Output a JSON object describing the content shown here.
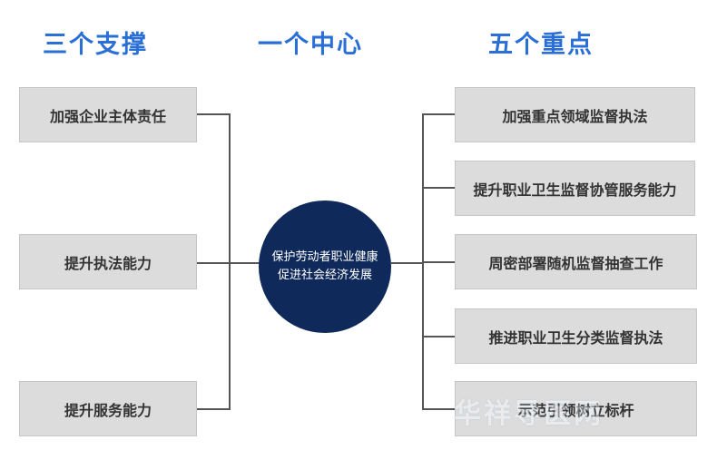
{
  "headings": {
    "left": "三个支撑",
    "center": "一个中心",
    "right": "五个重点"
  },
  "left_items": [
    "加强企业主体责任",
    "提升执法能力",
    "提升服务能力"
  ],
  "center": {
    "line1": "保护劳动者职业健康",
    "line2": "促进社会经济发展"
  },
  "right_items": [
    "加强重点领域监督执法",
    "提升职业卫生监督协管服务能力",
    "周密部署随机监督抽查工作",
    "推进职业卫生分类监督执法",
    "示范引领树立标杆"
  ],
  "watermark": "华祥导医网",
  "colors": {
    "heading": "#2a6fd6",
    "center_circle": "#0f2a5a",
    "box_fill": "#dcdcdc",
    "connector": "#555555"
  }
}
